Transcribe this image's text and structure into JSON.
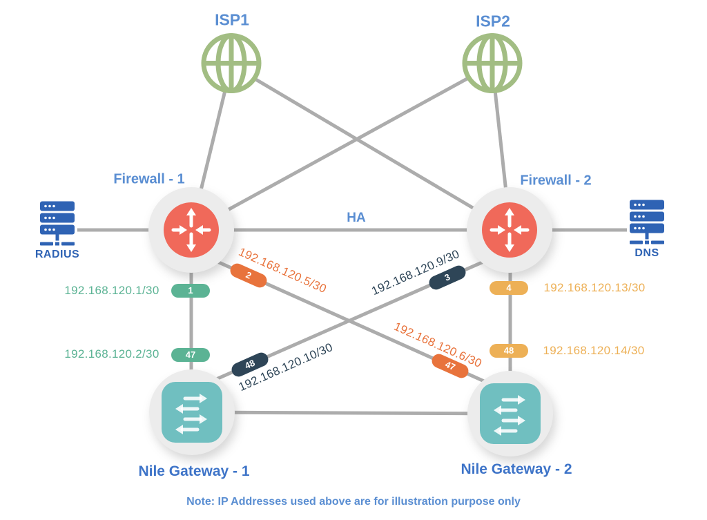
{
  "nodes": {
    "isp1": "ISP1",
    "isp2": "ISP2",
    "firewall1": "Firewall - 1",
    "firewall2": "Firewall - 2",
    "radius": "RADIUS",
    "dns": "DNS",
    "gateway1": "Nile Gateway - 1",
    "gateway2": "Nile Gateway - 2"
  },
  "links": {
    "ha_label": "HA",
    "fw1_gw1": {
      "fw_port": "1",
      "gw_port": "47",
      "fw_ip": "192.168.120.1/30",
      "gw_ip": "192.168.120.2/30"
    },
    "fw1_gw2": {
      "fw_port": "2",
      "gw_port": "47",
      "fw_ip": "192.168.120.5/30",
      "gw_ip": "192.168.120.6/30"
    },
    "fw2_gw1": {
      "fw_port": "3",
      "gw_port": "48",
      "fw_ip": "192.168.120.9/30",
      "gw_ip": "192.168.120.10/30"
    },
    "fw2_gw2": {
      "fw_port": "4",
      "gw_port": "48",
      "fw_ip": "192.168.120.13/30",
      "gw_ip": "192.168.120.14/30"
    }
  },
  "note": "Note: IP Addresses used above are for illustration purpose only",
  "colors": {
    "label_blue": "#5a8ed2",
    "gateway_label_blue": "#3e74c8",
    "server_blue": "#2f63b4",
    "green": "#5bb394",
    "orange": "#e8733c",
    "navy": "#2e4557",
    "amber": "#edb056",
    "firewall_red": "#f0695a",
    "gateway_teal": "#70bfc0",
    "globe_green": "#a2bd83",
    "line_grey": "#acacac",
    "node_grey": "#ececec"
  }
}
